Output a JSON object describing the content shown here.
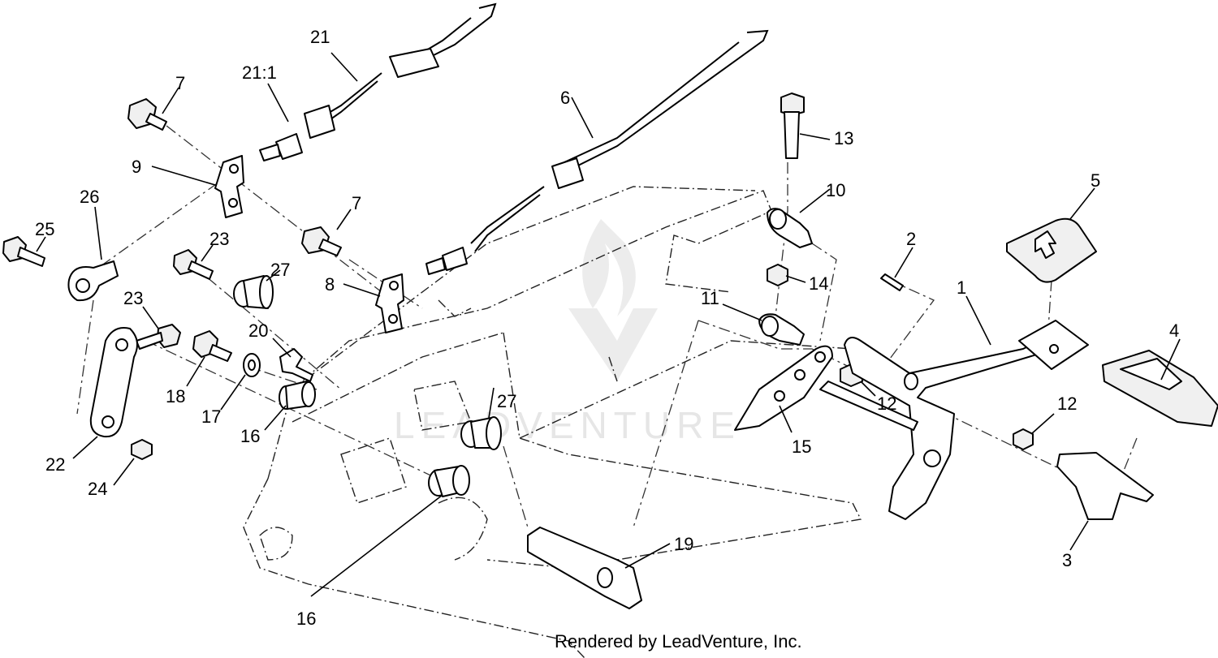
{
  "callouts": [
    "1",
    "2",
    "3",
    "4",
    "5",
    "6",
    "7",
    "7",
    "8",
    "9",
    "10",
    "11",
    "12",
    "12",
    "13",
    "14",
    "15",
    "16",
    "16",
    "17",
    "18",
    "19",
    "20",
    "21",
    "21:1",
    "22",
    "23",
    "23",
    "24",
    "25",
    "26",
    "27",
    "27"
  ],
  "footer": "Rendered by LeadVenture, Inc.",
  "watermark": "LEADVENTURE"
}
